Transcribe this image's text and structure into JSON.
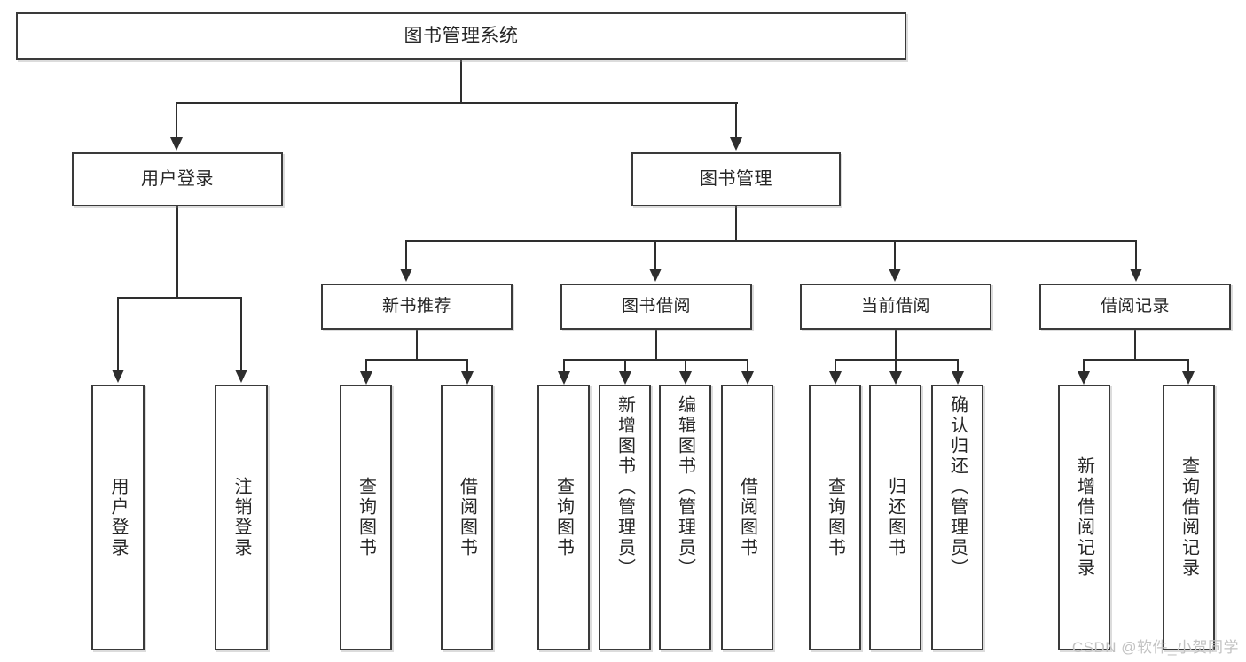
{
  "diagram": {
    "title": "图书管理系统",
    "type": "hierarchy-tree",
    "watermark": "CSDN @软件_小贺同学",
    "colors": {
      "box_border": "#3a3a3a",
      "line": "#2e2e2e",
      "text": "#262626",
      "background": "#ffffff",
      "watermark": "#c2c2c2"
    },
    "nodes": {
      "root": "图书管理系统",
      "level2": {
        "user_login": "用户登录",
        "book_manage": "图书管理"
      },
      "level3": {
        "new_book_recommend": "新书推荐",
        "book_borrow": "图书借阅",
        "current_borrow": "当前借阅",
        "borrow_record": "借阅记录"
      },
      "leaves": {
        "user_login_children": [
          "用户登录",
          "注销登录"
        ],
        "new_book_recommend_children": [
          "查询图书",
          "借阅图书"
        ],
        "book_borrow_children": [
          "查询图书",
          "新增图书（管理员）",
          "编辑图书（管理员）",
          "借阅图书"
        ],
        "current_borrow_children": [
          "查询图书",
          "归还图书",
          "确认归还（管理员）"
        ],
        "borrow_record_children": [
          "新增借阅记录",
          "查询借阅记录"
        ]
      }
    }
  }
}
